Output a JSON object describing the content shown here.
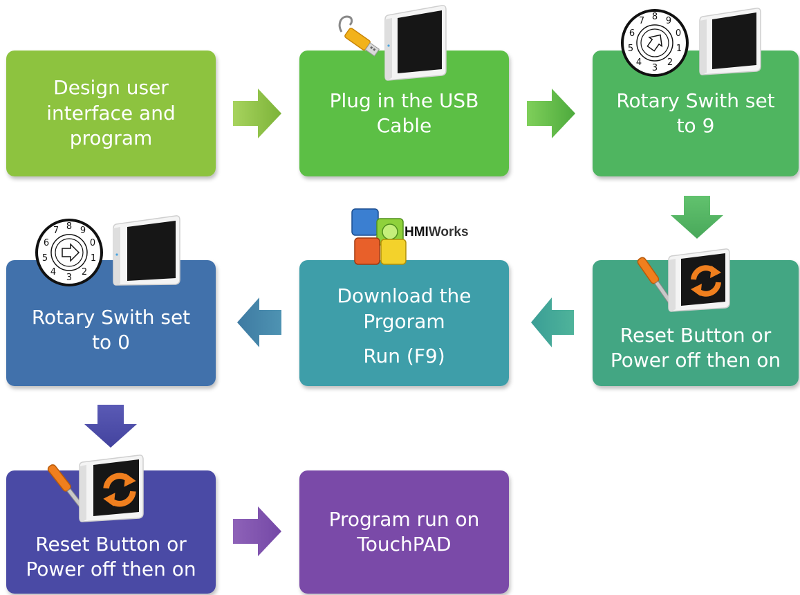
{
  "steps": [
    {
      "id": "design",
      "lines": [
        "Design user",
        "interface and",
        "program"
      ],
      "color": "#8dc33f"
    },
    {
      "id": "plug-usb",
      "lines": [
        "Plug in the USB",
        "Cable"
      ],
      "color": "#5cbf45"
    },
    {
      "id": "rotary-9",
      "lines": [
        "Rotary Swith set",
        "to 9"
      ],
      "color": "#4fb560"
    },
    {
      "id": "reset-1",
      "lines": [
        "Reset Button or",
        "Power off then on"
      ],
      "color": "#43a683"
    },
    {
      "id": "download",
      "lines": [
        "Download the",
        "Prgoram"
      ],
      "extra": "Run (F9)",
      "color": "#3e9ea9"
    },
    {
      "id": "rotary-0",
      "lines": [
        "Rotary Swith set",
        "to 0"
      ],
      "color": "#4171ab"
    },
    {
      "id": "reset-2",
      "lines": [
        "Reset Button or",
        "Power off then on"
      ],
      "color": "#4a4aa5"
    },
    {
      "id": "run",
      "lines": [
        "Program run on",
        "TouchPAD"
      ],
      "color": "#7a4aa8"
    }
  ],
  "icons": {
    "usb_cable": "usb-cable-icon",
    "touchpad_device": "touchpad-device-icon",
    "rotary_switch": "rotary-switch-icon",
    "screwdriver": "screwdriver-icon",
    "reset_arrows": "reset-arrows-icon",
    "hmiworks_logo": "hmiworks-logo"
  },
  "dial_digits": [
    "0",
    "1",
    "2",
    "3",
    "4",
    "5",
    "6",
    "7",
    "8",
    "9"
  ],
  "logo": {
    "prefix": "HMI",
    "suffix": "Works"
  },
  "arrow_colors": {
    "a1": "#8dc33f",
    "a2": "#5cbf45",
    "a3": "#4fb560",
    "a4": "#43a683",
    "a5": "#3e8aa8",
    "a6": "#4a4aa5",
    "a7": "#7a4aa8"
  }
}
